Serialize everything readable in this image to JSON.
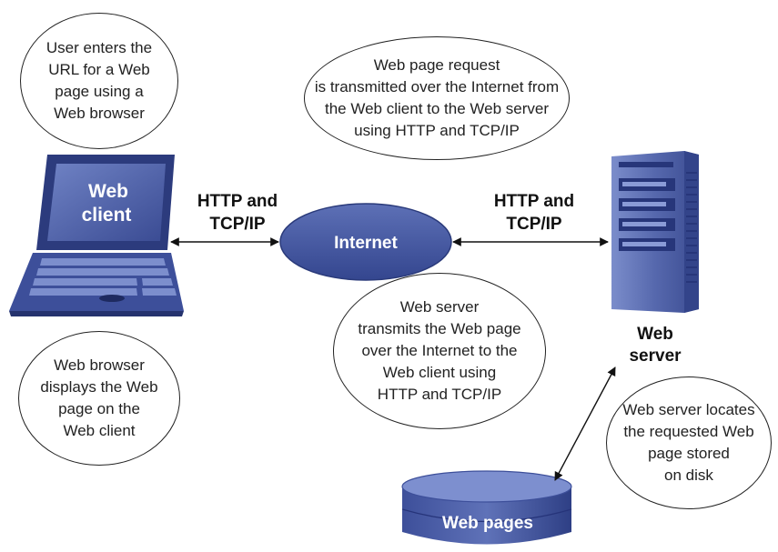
{
  "bubbles": {
    "user_enters": "User enters the\nURL for a Web\npage using a\nWeb browser",
    "request": "Web page request\nis transmitted over the Internet from\nthe Web client to the Web server\nusing HTTP and TCP/IP",
    "server_transmits": "Web server\ntransmits the Web page\nover the Internet to the\nWeb client using\nHTTP and TCP/IP",
    "browser_displays": "Web browser\ndisplays the Web\npage on the\nWeb client",
    "server_locates": "Web server locates\nthe requested Web\npage stored\non disk"
  },
  "protocols": {
    "left": "HTTP and\nTCP/IP",
    "right": "HTTP and\nTCP/IP"
  },
  "nodes": {
    "client_line1": "Web",
    "client_line2": "client",
    "internet": "Internet",
    "server": "Web\nserver",
    "pages": "Web pages"
  },
  "colors": {
    "primary_blue": "#3d4f9a",
    "dark_blue": "#25336e",
    "light_blue": "#6f82c4",
    "bubble_border": "#222222"
  }
}
